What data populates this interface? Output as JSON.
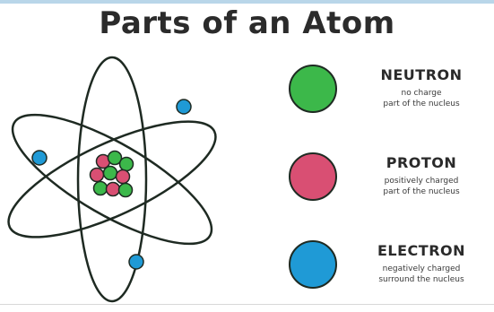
{
  "title": "Parts of an Atom",
  "colors": {
    "neutron": "#3cb84a",
    "proton": "#d94f73",
    "electron": "#1f9ad6",
    "outline": "#1e2a22",
    "header_strip": "#b9d6e9"
  },
  "legend": [
    {
      "name": "NEUTRON",
      "description_lines": [
        "no charge",
        "part of the nucleus"
      ],
      "icon": "neutron-circle"
    },
    {
      "name": "PROTON",
      "description_lines": [
        "positively charged",
        "part of the nucleus"
      ],
      "icon": "proton-circle"
    },
    {
      "name": "ELECTRON",
      "description_lines": [
        "negatively charged",
        "surround the nucleus"
      ],
      "icon": "electron-circle"
    }
  ],
  "atom": {
    "nucleus_particles": [
      "proton",
      "neutron",
      "neutron",
      "proton",
      "neutron",
      "proton",
      "proton",
      "neutron",
      "neutron"
    ],
    "electron_count": 3
  }
}
